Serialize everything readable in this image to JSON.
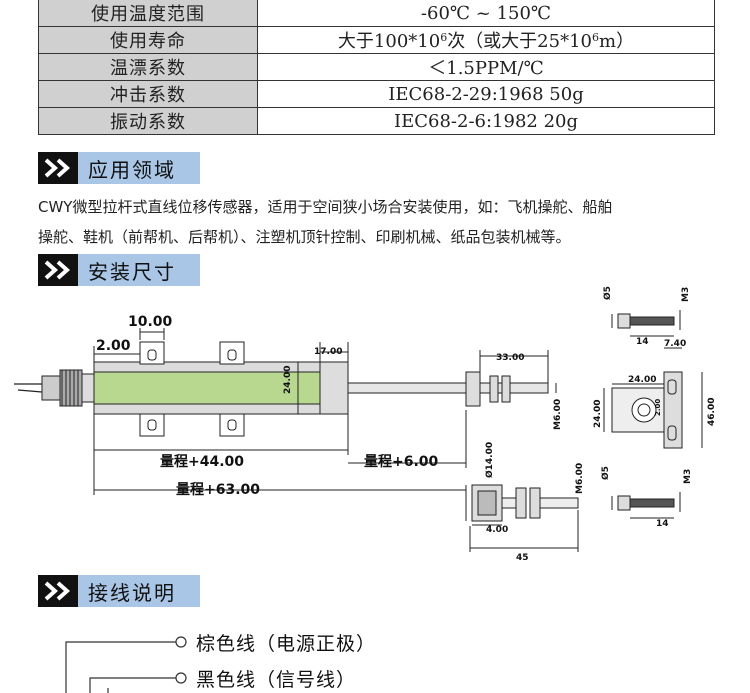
{
  "spec_table": {
    "rows": [
      {
        "label": "使用温度范围",
        "value": "-60℃ ~ 150℃"
      },
      {
        "label": "使用寿命",
        "value_parts": [
          "大于100*10",
          "6",
          "次（或大于25*10",
          "6",
          "m）"
        ]
      },
      {
        "label": "温漂系数",
        "value": "＜1.5PPM/℃"
      },
      {
        "label": "冲击系数",
        "value": "IEC68-2-29:1968 50g"
      },
      {
        "label": "振动系数",
        "value": "IEC68-2-6:1982 20g"
      }
    ]
  },
  "sections": {
    "application": {
      "title": "应用领域",
      "text_line1": "CWY微型拉杆式直线位移传感器，适用于空间狭小场合安装使用，如：飞机操舵、船舶",
      "text_line2": "操舵、鞋机（前帮机、后帮机）、注塑机顶针控制、印刷机械、纸品包装机械等。"
    },
    "install": {
      "title": "安装尺寸"
    },
    "wiring": {
      "title": "接线说明"
    }
  },
  "drawing": {
    "dims": {
      "d10": "10.00",
      "d2": "2.00",
      "d17": "17.00",
      "d24": "24.00",
      "range44": "量程+44.00",
      "range6": "量程+6.00",
      "range63": "量程+63.00",
      "d33": "33.00",
      "m6": "M6.00",
      "phi14": "Ø14.00",
      "d4": "4.00",
      "d45": "45",
      "phi5": "Ø5",
      "m3": "M3",
      "d14": "14",
      "d740": "7.40",
      "d24b": "24.00",
      "d24c": "24.00",
      "d2b": "2.00",
      "d46": "46.00"
    }
  },
  "wiring": {
    "brown": "棕色线（电源正极）",
    "black": "黑色线（信号线）"
  }
}
